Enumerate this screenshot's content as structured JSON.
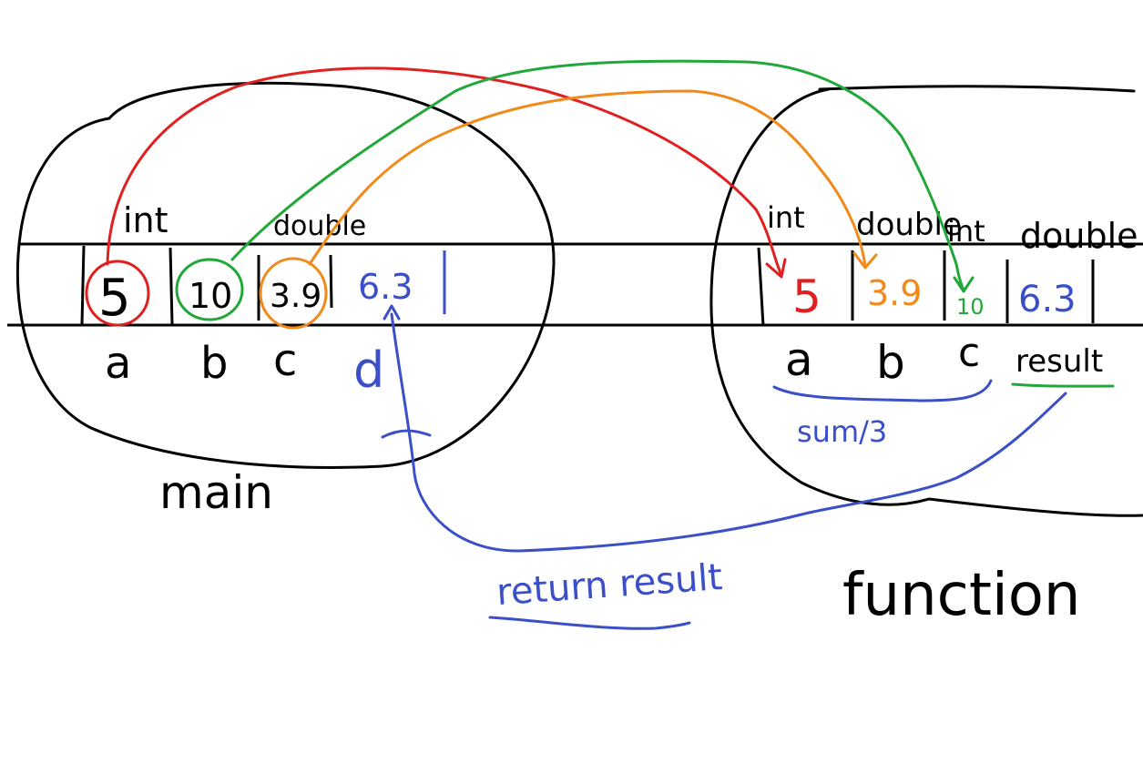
{
  "colors": {
    "ink": "#000000",
    "a_arrow": "#e02020",
    "b_arrow": "#22a83a",
    "c_arrow": "#f08a1a",
    "result_blue": "#3a4fc8",
    "background": "#ffffff"
  },
  "main": {
    "label": "main",
    "types": {
      "int": "int",
      "double": "double"
    },
    "cells": [
      {
        "value": "5",
        "name": "a",
        "color": "#e02020"
      },
      {
        "value": "10",
        "name": "b",
        "color": "#22a83a"
      },
      {
        "value": "3.9",
        "name": "c",
        "color": "#f08a1a"
      },
      {
        "value": "6.3",
        "name": "d",
        "color": "#3a4fc8"
      }
    ]
  },
  "function": {
    "label": "function",
    "types": {
      "int1": "int",
      "double1": "double",
      "int2": "int",
      "double2": "double"
    },
    "cells": [
      {
        "value": "5",
        "name": "a",
        "color": "#e02020"
      },
      {
        "value": "3.9",
        "name": "b",
        "color": "#f08a1a"
      },
      {
        "value": "10",
        "name": "c",
        "color": "#22a83a"
      },
      {
        "value": "6.3",
        "name": "result",
        "color": "#3a4fc8"
      }
    ],
    "formula": "sum/3"
  },
  "return_label": "return result"
}
